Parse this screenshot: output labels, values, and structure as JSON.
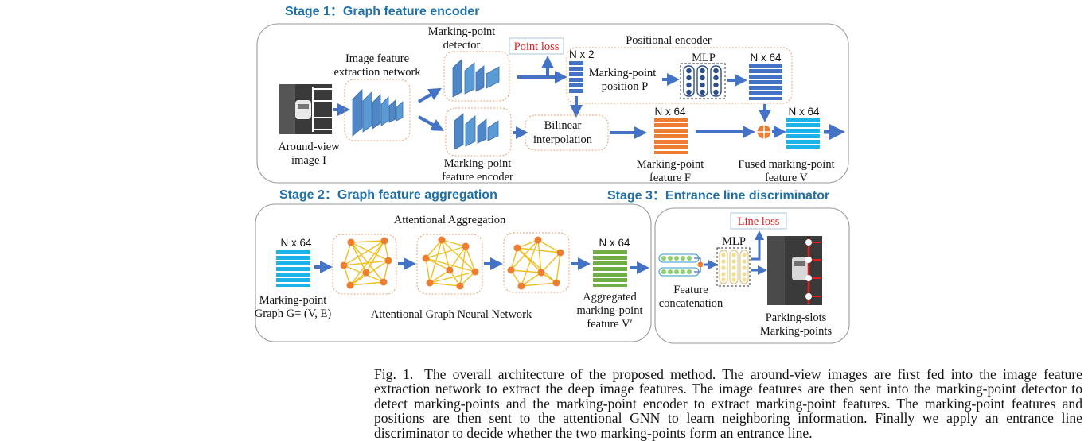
{
  "stages": {
    "s1": "Stage 1：Graph feature encoder",
    "s2": "Stage 2：Graph feature aggregation",
    "s3": "Stage 3：Entrance line discriminator"
  },
  "labels": {
    "around_view_1": "Around-view",
    "around_view_2": "image I",
    "image_feat_1": "Image feature",
    "image_feat_2": "extraction network",
    "mp_detector_1": "Marking-point",
    "mp_detector_2": "detector",
    "point_loss": "Point loss",
    "positional_encoder": "Positional encoder",
    "nx2": "N x 2",
    "mp_position_1": "Marking-point",
    "mp_position_2": "position P",
    "mlp": "MLP",
    "nx64": "N x 64",
    "bilinear_1": "Bilinear",
    "bilinear_2": "interpolation",
    "mp_feat_encoder_1": "Marking-point",
    "mp_feat_encoder_2": "feature  encoder",
    "mp_feature_1": "Marking-point",
    "mp_feature_2": "feature F",
    "fused_1": "Fused marking-point",
    "fused_2": "feature V",
    "attentional_aggregation": "Attentional Aggregation",
    "graph_1": "Marking-point",
    "graph_2": "Graph  G= (V, E)",
    "agnn": "Attentional Graph Neural Network",
    "aggregated_1": "Aggregated",
    "aggregated_2": "marking-point",
    "aggregated_3": "feature V′",
    "line_loss": "Line loss",
    "feature_concat_1": "Feature",
    "feature_concat_2": "concatenation",
    "parking_1": "Parking-slots",
    "parking_2": "Marking-points"
  },
  "caption": {
    "fig": "Fig. 1.",
    "text": "The overall architecture of the proposed method. The around-view images are first fed into the image feature extraction network to extract the deep image features. The image features are then sent into the marking-point detector to detect marking-points and the marking-point encoder to extract marking-point features. The marking-point features and positions are then sent to the attentional GNN to learn neighboring information. Finally we apply an entrance line discriminator to decide whether the two marking-points form an entrance line."
  },
  "colors": {
    "stage_title": "#1f6fa8",
    "arrow": "#4472c4",
    "cnn_block": "#5b9bd5",
    "dark_blue_feature": "#4472c4",
    "orange_feature": "#ed7d31",
    "cyan_feature": "#1cb4e8",
    "green_feature": "#70ad47",
    "loss_text": "#e02020",
    "graph_edge": "#f0c020",
    "graph_node": "#ed7d31"
  }
}
